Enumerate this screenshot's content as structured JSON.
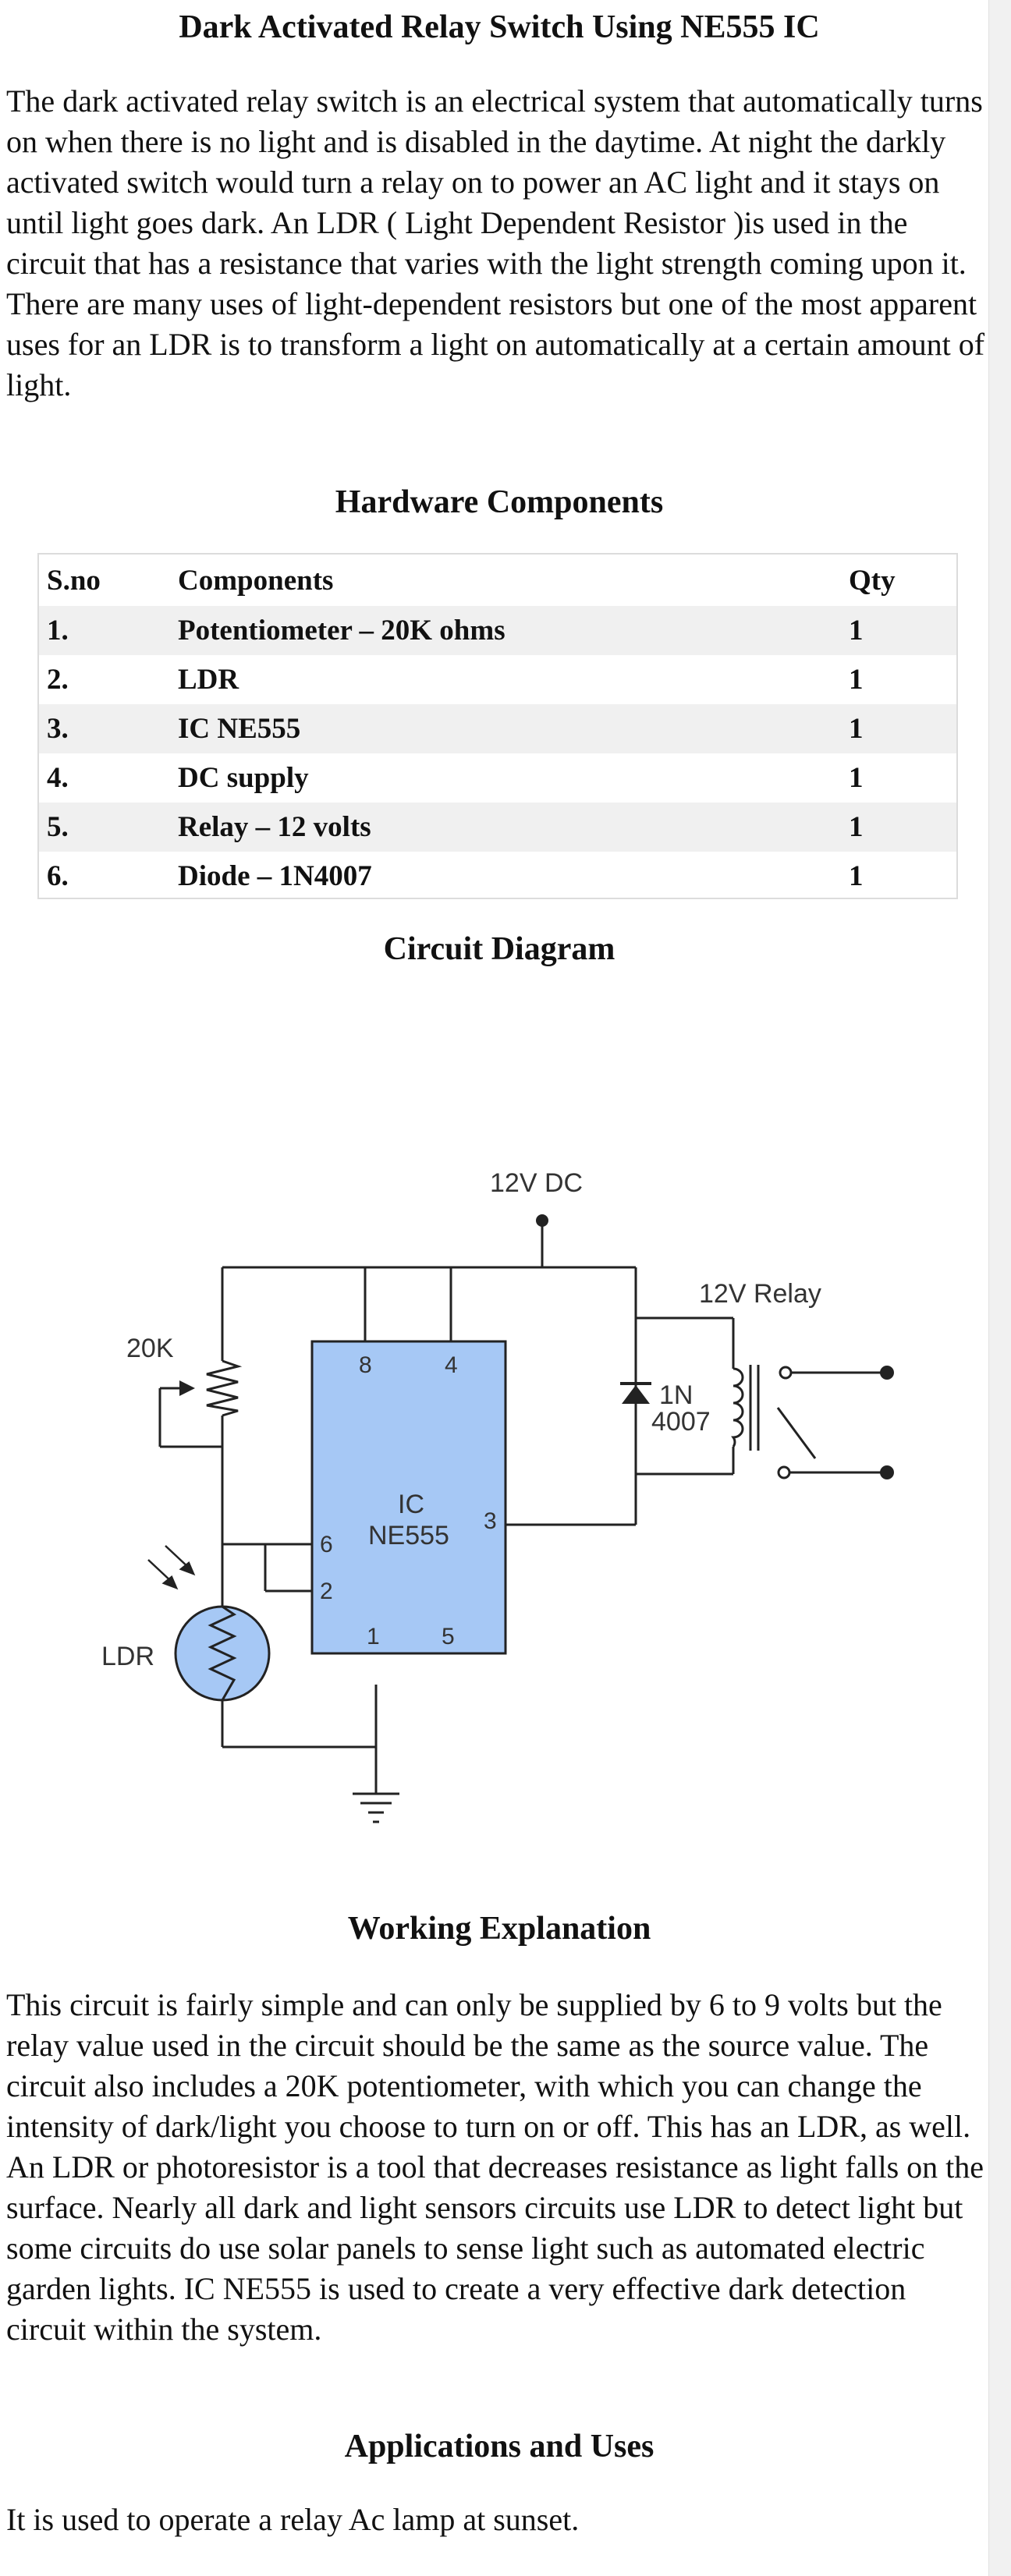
{
  "title": "Dark Activated Relay Switch Using NE555 IC",
  "intro": "The dark activated relay switch is an electrical system that automatically turns on when there is no light and is disabled in the daytime. At night the darkly activated switch would turn a relay on to power an AC light and it stays on until light goes dark. An LDR ( Light Dependent Resistor )is used in the circuit that has a resistance that varies with the light strength coming upon it. There are many uses of light-dependent resistors but one of the most apparent uses for an LDR is to transform a light on automatically at a certain amount of light.",
  "hardware": {
    "heading": "Hardware Components",
    "headers": [
      "S.no",
      "Components",
      "Qty"
    ],
    "rows": [
      [
        "1.",
        "Potentiometer – 20K ohms",
        "1"
      ],
      [
        "2.",
        "LDR",
        "1"
      ],
      [
        "3.",
        "IC NE555",
        "1"
      ],
      [
        "4.",
        "DC supply",
        "1"
      ],
      [
        "5.",
        "Relay – 12 volts",
        "1"
      ],
      [
        "6.",
        "Diode – 1N4007",
        "1"
      ]
    ]
  },
  "circuit": {
    "heading": "Circuit Diagram",
    "labels": {
      "supply": "12V DC",
      "relay": "12V Relay",
      "pot": "20K",
      "ldr": "LDR",
      "diode_line1": "1N",
      "diode_line2": "4007",
      "ic_line1": "IC",
      "ic_line2": "NE555",
      "pin8": "8",
      "pin4": "4",
      "pin6": "6",
      "pin2": "2",
      "pin3": "3",
      "pin1": "1",
      "pin5": "5"
    },
    "colors": {
      "ic_fill": "#a6c8f5",
      "wire": "#222222"
    }
  },
  "working": {
    "heading": "Working Explanation",
    "text": "This circuit is fairly simple and can only be supplied by 6 to 9 volts but the relay value used in the circuit should be the same as the source value. The circuit also includes a 20K potentiometer, with which you can change the intensity of dark/light you choose to turn on or off. This has an LDR, as well. An LDR or photoresistor is a tool that decreases resistance as light falls on the surface. Nearly all dark and light sensors circuits use LDR to detect light but some circuits do use solar panels to sense light such as automated electric garden lights. IC NE555 is used to create a very effective dark detection circuit within the system."
  },
  "applications": {
    "heading": "Applications and Uses",
    "text": "It is used to operate a relay Ac lamp at sunset."
  }
}
